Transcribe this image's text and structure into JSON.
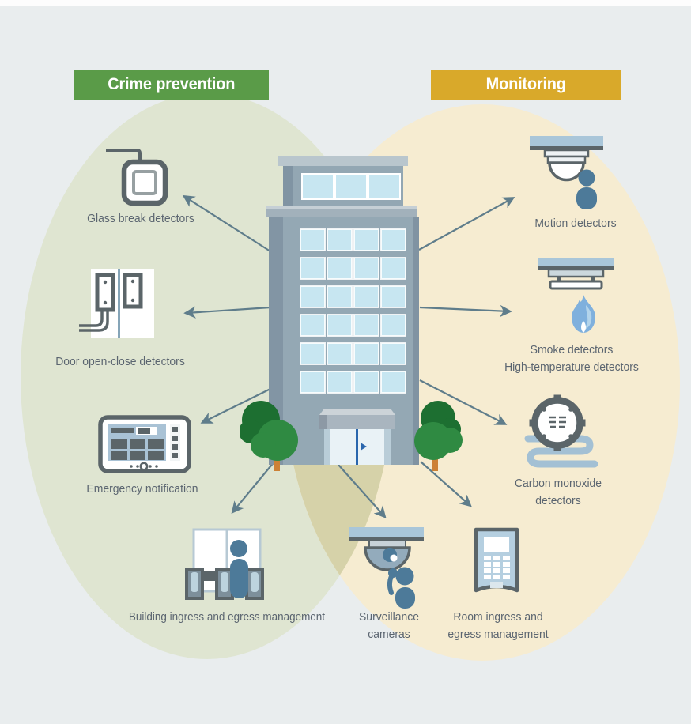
{
  "headers": {
    "crime_prevention": "Crime prevention",
    "monitoring": "Monitoring"
  },
  "colors": {
    "crime_header": "#5a9b48",
    "monitoring_header": "#d9a92a",
    "crime_ellipse": "#dfe5d1",
    "monitoring_ellipse": "#f6ecd1",
    "ellipse_overlap": "#d6d2a9",
    "arrow": "#5f7d8b",
    "label_text": "#5b6570",
    "icon_dark": "#5b6569",
    "icon_blue": "#4d7a99",
    "icon_light_blue": "#a9c6d9"
  },
  "nodes": {
    "glass_break": {
      "label": "Glass break detectors"
    },
    "door": {
      "label": "Door open-close detectors"
    },
    "emergency": {
      "label": "Emergency notification"
    },
    "building_access": {
      "label": "Building ingress and egress management"
    },
    "motion": {
      "label": "Motion detectors"
    },
    "smoke": {
      "line1": "Smoke detectors",
      "line2": "High-temperature detectors"
    },
    "carbon_monoxide": {
      "line1": "Carbon monoxide",
      "line2": "detectors"
    },
    "surveillance": {
      "line1": "Surveillance",
      "line2": "cameras"
    },
    "room_access": {
      "line1": "Room ingress and",
      "line2": "egress management"
    }
  }
}
